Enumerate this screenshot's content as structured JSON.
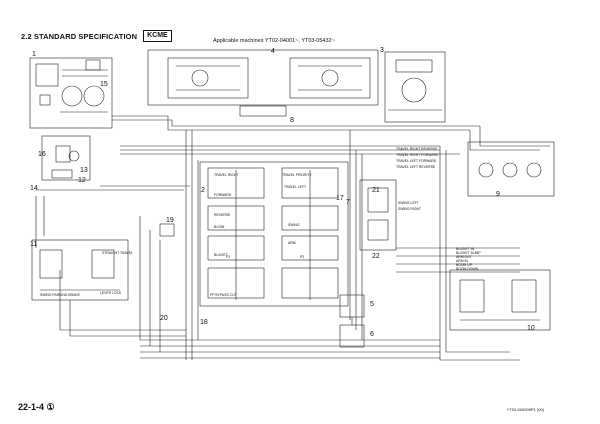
{
  "header": {
    "section_title": "2.2  STANDARD SPECIFICATION",
    "spec_badge": "KCME"
  },
  "applicable_machines": "Applicable machines   YT02-04001~,  YT03-05432~",
  "callouts": [
    "1",
    "2",
    "3",
    "4",
    "5",
    "6",
    "7",
    "8",
    "9",
    "10",
    "11",
    "12",
    "13",
    "14",
    "15",
    "16",
    "17",
    "18",
    "19",
    "20",
    "21",
    "22"
  ],
  "components": {
    "travel_priority": "TRAVEL PRIORITY",
    "travel_right": "TRAVEL RIGHT",
    "travel_left": "TRAVEL LEFT",
    "travel_left_forward": "TRAVEL LEFT FORWARD",
    "travel_left_reverse": "TRAVEL LEFT REVERSE",
    "travel_right_reverse": "TRAVEL RIGHT REVERSE",
    "travel_right_forward": "TRAVEL RIGHT FORWARD",
    "forward": "FORWARD",
    "reverse": "REVERSE",
    "boom": "BOOM",
    "arm": "ARM",
    "bucket": "BUCKET",
    "swing": "SWING",
    "swing_left": "SWING LEFT",
    "swing_right": "SWING RIGHT",
    "straight_travel": "STRAIGHT TRAVEL",
    "lever_lock": "LEVER LOCK",
    "swing_parking_brake": "SWING PARKING BRAKE",
    "pp_bypass_cut": "PP BYPASS CUT",
    "bucket_dump": "BUCKET DUMP",
    "bucket_in": "BUCKET IN",
    "boom_up": "BOOM UP",
    "boom_down": "BOOM DOWN",
    "arm_out": "ARM OUT",
    "arm_in": "ARM IN",
    "p1": "P1",
    "p2": "P2"
  },
  "footer": {
    "page_number": "22-1-4 ①",
    "doc_code": "YT02-000005P1 (00)"
  }
}
